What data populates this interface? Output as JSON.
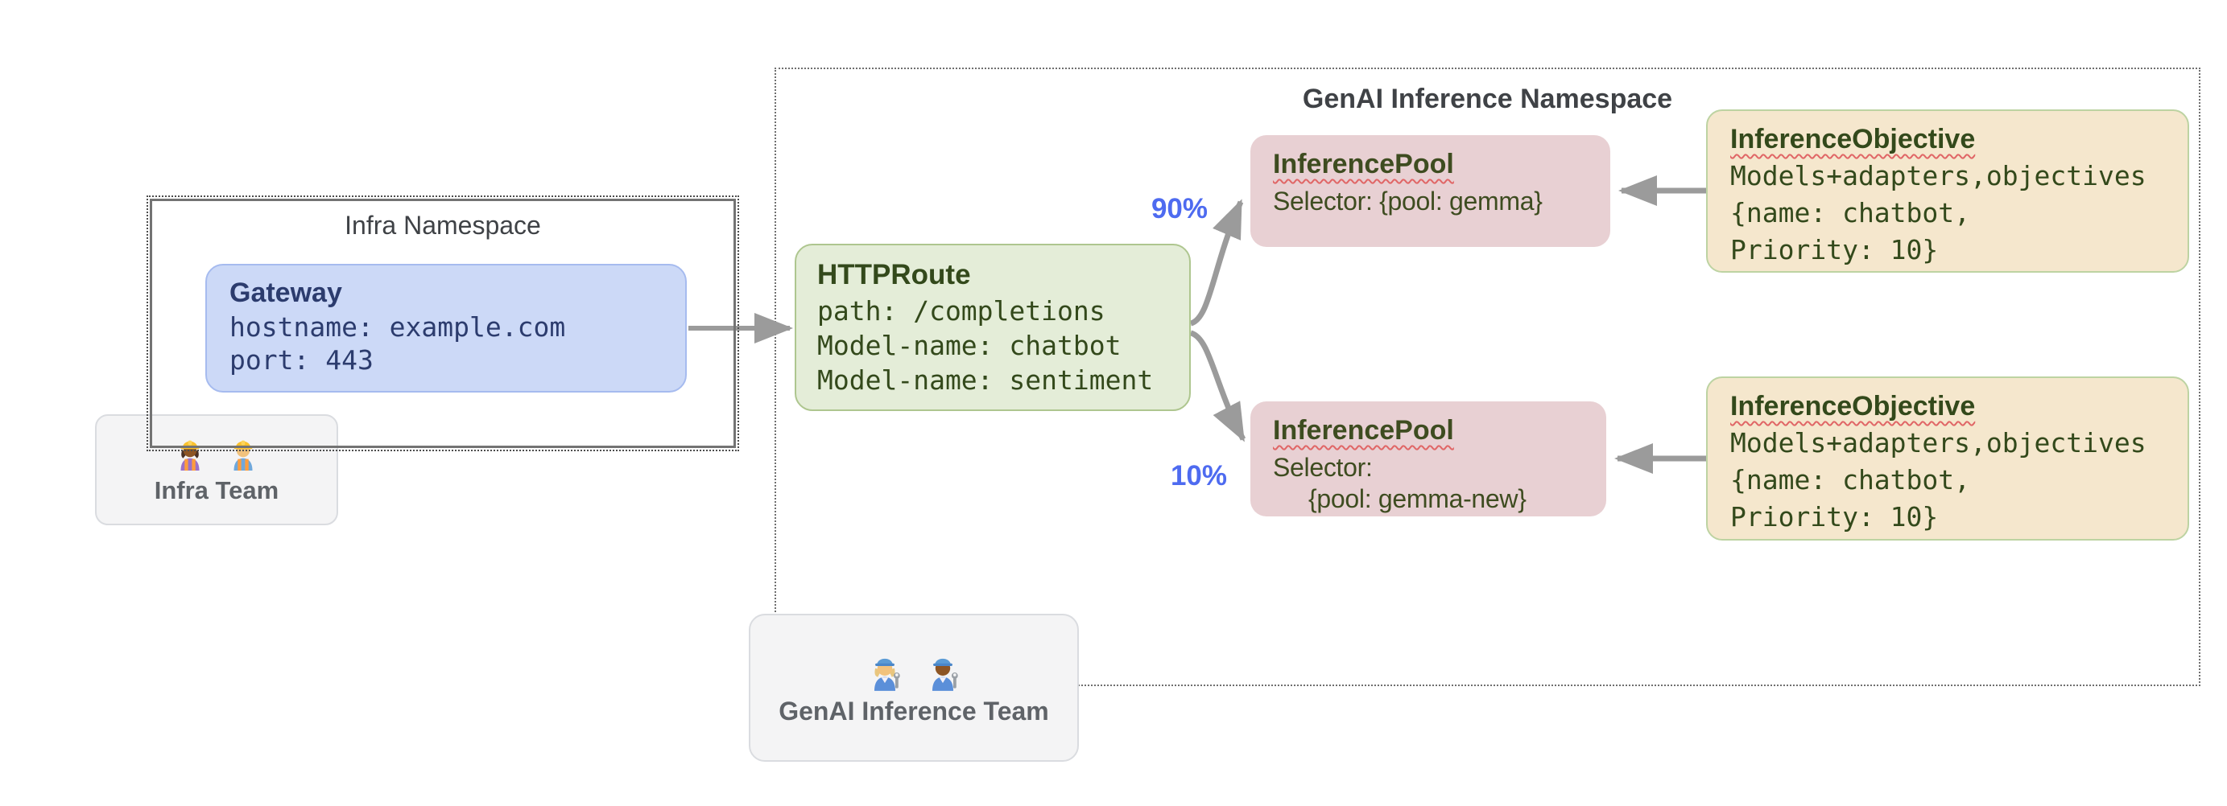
{
  "infra_namespace": {
    "title": "Infra Namespace",
    "gateway": {
      "title": "Gateway",
      "line1": "hostname: example.com",
      "line2": "port: 443"
    }
  },
  "infra_team": {
    "label": "Infra Team",
    "icon1": "woman-construction-worker-emoji",
    "icon2": "man-construction-worker-emoji"
  },
  "genai_namespace": {
    "title": "GenAI Inference Namespace",
    "httproute": {
      "title": "HTTPRoute",
      "line1": "path: /completions",
      "line2": "Model-name: chatbot",
      "line3": "Model-name: sentiment"
    },
    "weight_top": "90%",
    "weight_bottom": "10%",
    "pool_top": {
      "title": "InferencePool",
      "line1": "Selector: {pool: gemma}"
    },
    "pool_bottom": {
      "title": "InferencePool",
      "line1": "Selector:",
      "line2": "{pool: gemma-new}"
    },
    "objective_top": {
      "title": "InferenceObjective",
      "line1": "Models+adapters,objectives",
      "line2": "{name: chatbot,",
      "line3": "Priority: 10}"
    },
    "objective_bottom": {
      "title": "InferenceObjective",
      "line1": "Models+adapters,objectives",
      "line2": "{name: chatbot,",
      "line3": "Priority: 10}"
    }
  },
  "genai_team": {
    "label": "GenAI Inference Team",
    "icon1": "woman-mechanic-emoji",
    "icon2": "man-mechanic-emoji"
  },
  "colors": {
    "gateway_fill": "#ccd9f7",
    "httproute_fill": "#e4edd8",
    "pool_fill": "#e8d0d3",
    "objective_fill": "#f5e7cd",
    "team_fill": "#f4f4f5",
    "weight_blue": "#4e6bf0",
    "arrow_gray": "#9b9b9b",
    "text_navy": "#2c3c6e",
    "text_green": "#33491b"
  }
}
